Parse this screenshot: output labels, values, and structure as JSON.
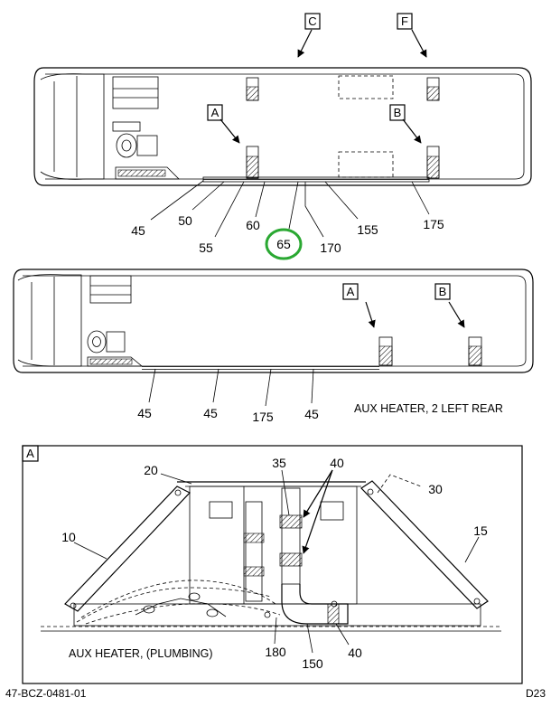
{
  "section_labels": {
    "c": "C",
    "f": "F",
    "a_top": "A",
    "b_top": "B",
    "a_mid": "A",
    "b_mid": "B",
    "a_detail": "A"
  },
  "top_view": {
    "callouts": [
      "45",
      "50",
      "55",
      "60",
      "65",
      "170",
      "155",
      "175"
    ]
  },
  "middle_view": {
    "callouts": [
      "45",
      "45",
      "175",
      "45"
    ],
    "caption": "AUX HEATER, 2 LEFT REAR"
  },
  "detail_view": {
    "callouts": [
      "20",
      "35",
      "40",
      "30",
      "10",
      "15",
      "180",
      "150",
      "40"
    ],
    "caption": "AUX HEATER, (PLUMBING)"
  },
  "highlight": {
    "label": "65",
    "color": "#2aa832"
  },
  "footer": {
    "drawing_number": "47-BCZ-0481-01",
    "page_code": "D23"
  }
}
